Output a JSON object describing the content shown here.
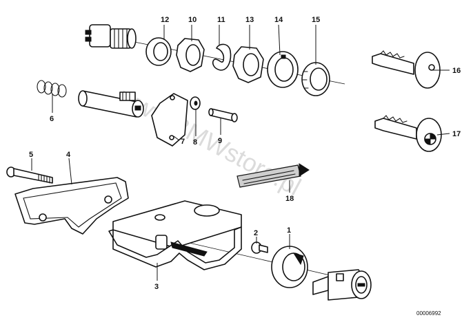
{
  "diagram": {
    "callouts": [
      "1",
      "2",
      "3",
      "4",
      "5",
      "6",
      "7",
      "8",
      "9",
      "10",
      "11",
      "12",
      "13",
      "14",
      "15",
      "16",
      "17",
      "18"
    ],
    "watermark": "www.BMWstore.pl",
    "drawing_code": "00006992"
  }
}
